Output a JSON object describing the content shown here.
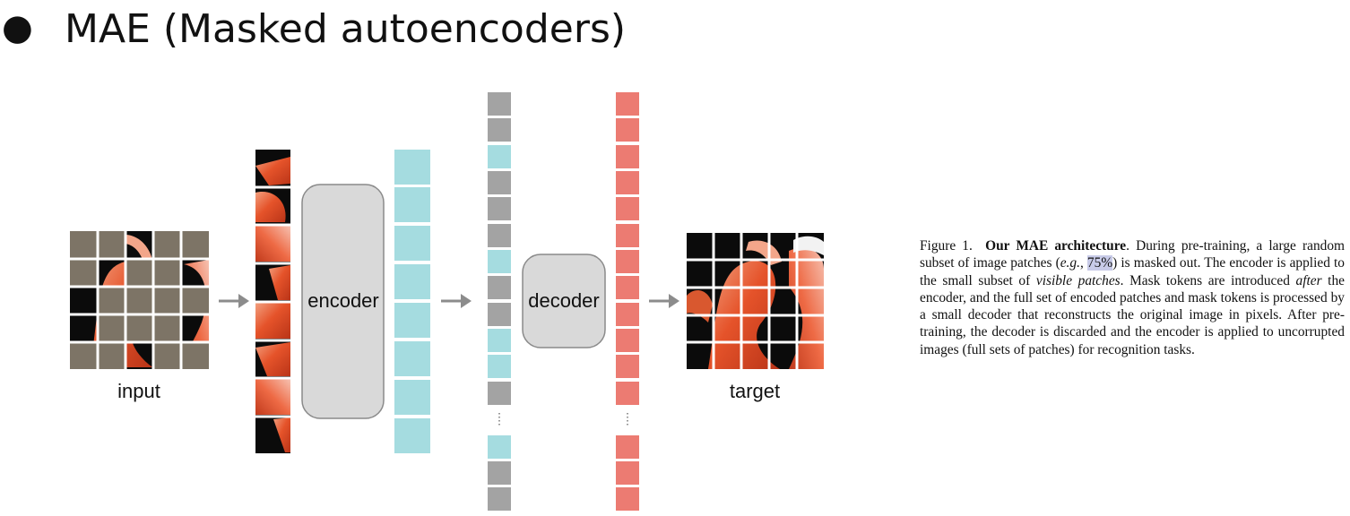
{
  "slide": {
    "bullet": "●",
    "title": "MAE (Masked autoencoders)"
  },
  "figure": {
    "labels": {
      "input": "input",
      "encoder": "encoder",
      "decoder": "decoder",
      "target": "target"
    },
    "colors": {
      "masked_patch": "#7d7466",
      "visible_token": "#a5dce0",
      "mask_token": "#a3a3a3",
      "output_token": "#ec7b72",
      "block": "#d9d9d9",
      "arrow": "#8c8c8c"
    }
  },
  "caption": {
    "fig_no": "Figure 1.",
    "bold_title": "Our MAE architecture",
    "t1": ". During pre-training, a large random subset of image patches (",
    "eg": "e.g.",
    "t2": ", ",
    "pct": "75%",
    "t3": ") is masked out. The encoder is applied to the small subset of ",
    "visible": "visible patches",
    "t4": ". Mask tokens are introduced ",
    "after": "after",
    "t5": " the encoder, and the full set of encoded patches and mask tokens is processed by a small decoder that reconstructs the original image in pixels. After pre-training, the decoder is discarded and the encoder is applied to uncorrupted images (full sets of patches) for recognition tasks."
  }
}
